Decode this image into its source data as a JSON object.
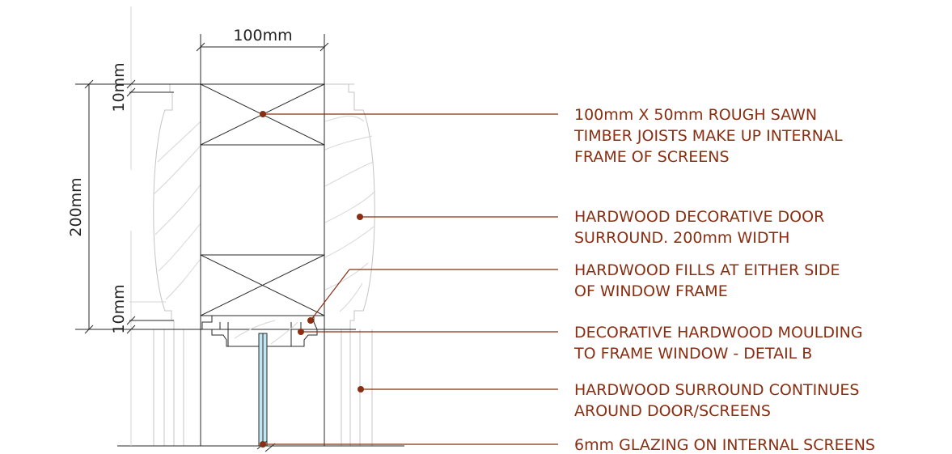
{
  "dimensions": {
    "width_top": "100mm",
    "height_total": "200mm",
    "top_offset": "10mm",
    "bottom_offset": "10mm"
  },
  "annotations": [
    {
      "id": "joists",
      "lines": [
        "100mm X 50mm ROUGH SAWN",
        "TIMBER JOISTS MAKE UP INTERNAL",
        "FRAME OF SCREENS"
      ]
    },
    {
      "id": "surround",
      "lines": [
        "HARDWOOD DECORATIVE DOOR",
        "SURROUND. 200mm WIDTH"
      ]
    },
    {
      "id": "fills",
      "lines": [
        "HARDWOOD FILLS AT EITHER SIDE",
        "OF WINDOW FRAME"
      ]
    },
    {
      "id": "moulding",
      "lines": [
        "DECORATIVE HARDWOOD MOULDING",
        "TO FRAME WINDOW - DETAIL B"
      ]
    },
    {
      "id": "continues",
      "lines": [
        "HARDWOOD SURROUND CONTINUES",
        "AROUND DOOR/SCREENS"
      ]
    },
    {
      "id": "glazing",
      "lines": [
        "6mm GLAZING ON INTERNAL SCREENS"
      ]
    }
  ],
  "colors": {
    "annotation": "#8a2e12",
    "linework": "#2a2a2a",
    "glazing": "#bfe6f2"
  }
}
